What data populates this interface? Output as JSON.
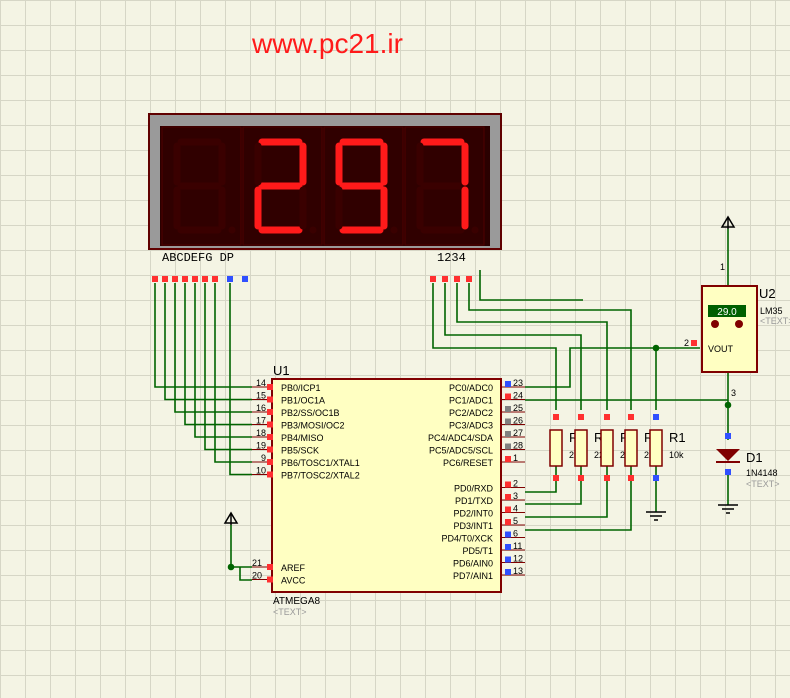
{
  "watermark": "www.pc21.ir",
  "display": {
    "digits_shown": [
      "",
      "2",
      "9",
      "7"
    ],
    "segment_label": "ABCDEFG DP",
    "digit_label": "1234",
    "seg_on_color": "#ff1a1a",
    "seg_off_color": "#3a0000"
  },
  "mcu": {
    "ref": "U1",
    "part": "ATMEGA8",
    "text": "<TEXT>",
    "left_pins": [
      {
        "num": "14",
        "name": "PB0/ICP1"
      },
      {
        "num": "15",
        "name": "PB1/OC1A"
      },
      {
        "num": "16",
        "name": "PB2/SS/OC1B"
      },
      {
        "num": "17",
        "name": "PB3/MOSI/OC2"
      },
      {
        "num": "18",
        "name": "PB4/MISO"
      },
      {
        "num": "19",
        "name": "PB5/SCK"
      },
      {
        "num": "9",
        "name": "PB6/TOSC1/XTAL1"
      },
      {
        "num": "10",
        "name": "PB7/TOSC2/XTAL2"
      }
    ],
    "power_pins": [
      {
        "num": "21",
        "name": "AREF"
      },
      {
        "num": "20",
        "name": "AVCC"
      }
    ],
    "right_pins": [
      {
        "num": "23",
        "name": "PC0/ADC0"
      },
      {
        "num": "24",
        "name": "PC1/ADC1"
      },
      {
        "num": "25",
        "name": "PC2/ADC2"
      },
      {
        "num": "26",
        "name": "PC3/ADC3"
      },
      {
        "num": "27",
        "name": "PC4/ADC4/SDA"
      },
      {
        "num": "28",
        "name": "PC5/ADC5/SCL"
      },
      {
        "num": "1",
        "name": "PC6/RESET"
      },
      {
        "num": "2",
        "name": "PD0/RXD"
      },
      {
        "num": "3",
        "name": "PD1/TXD"
      },
      {
        "num": "4",
        "name": "PD2/INT0"
      },
      {
        "num": "5",
        "name": "PD3/INT1"
      },
      {
        "num": "6",
        "name": "PD4/T0/XCK"
      },
      {
        "num": "11",
        "name": "PD5/T1"
      },
      {
        "num": "12",
        "name": "PD6/AIN0"
      },
      {
        "num": "13",
        "name": "PD7/AIN1"
      }
    ]
  },
  "resistors": [
    {
      "ref": "R5",
      "value": "220"
    },
    {
      "ref": "R",
      "value": "22"
    },
    {
      "ref": "R4",
      "value": "220"
    },
    {
      "ref": "R2",
      "value": "220"
    },
    {
      "ref": "R1",
      "value": "10k"
    }
  ],
  "sensor": {
    "ref": "U2",
    "part": "LM35",
    "text": "<TEXT>",
    "reading": "29.0",
    "vout_label": "VOUT",
    "pins": [
      "1",
      "2",
      "3"
    ]
  },
  "diode": {
    "ref": "D1",
    "part": "1N4148",
    "text": "<TEXT>"
  },
  "colors": {
    "wire": "#006400",
    "body": "#800000",
    "fill": "#ffffc2",
    "pin_high": "#ff3030",
    "pin_low": "#3050ff",
    "pin_float": "#808080"
  }
}
